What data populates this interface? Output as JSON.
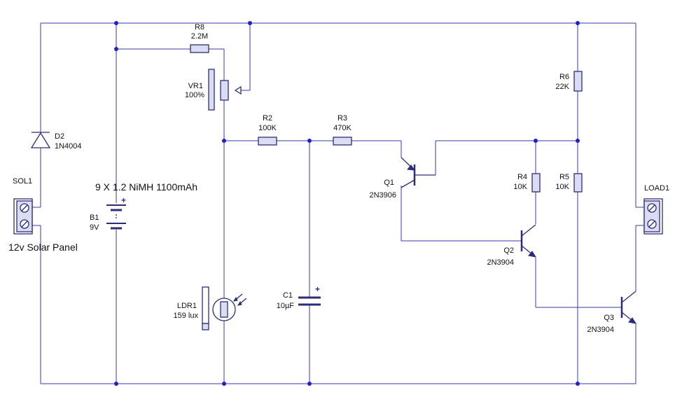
{
  "components": {
    "r8": {
      "ref": "R8",
      "value": "2.2M"
    },
    "vr1": {
      "ref": "VR1",
      "value": "100%"
    },
    "r2": {
      "ref": "R2",
      "value": "100K"
    },
    "r3": {
      "ref": "R3",
      "value": "470K"
    },
    "r6": {
      "ref": "R6",
      "value": "22K"
    },
    "r4": {
      "ref": "R4",
      "value": "10K"
    },
    "r5": {
      "ref": "R5",
      "value": "10K"
    },
    "d2": {
      "ref": "D2",
      "value": "1N4004"
    },
    "sol1": {
      "ref": "SOL1",
      "value": "12v Solar Panel"
    },
    "b1": {
      "ref": "B1",
      "value": "9V",
      "note": "9 X 1.2 NiMH 1100mAh"
    },
    "q1": {
      "ref": "Q1",
      "value": "2N3906"
    },
    "q2": {
      "ref": "Q2",
      "value": "2N3904"
    },
    "q3": {
      "ref": "Q3",
      "value": "2N3904"
    },
    "ldr1": {
      "ref": "LDR1",
      "value": "159 lux"
    },
    "c1": {
      "ref": "C1",
      "value": "10µF"
    },
    "load1": {
      "ref": "LOAD1"
    }
  },
  "symbols": {
    "plus": "+"
  },
  "colors": {
    "wire": "#3a3aa8",
    "component": "#2c2c7a",
    "component_fill": "#d9dcf2",
    "node": "#2020c8"
  }
}
